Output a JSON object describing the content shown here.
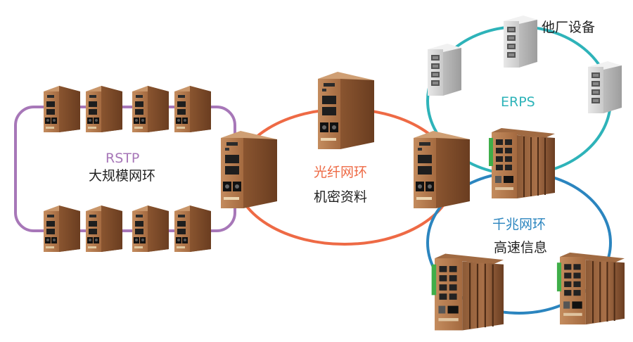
{
  "rings": {
    "rstp": {
      "protocol": "RSTP",
      "desc": "大规模网环",
      "color": "#a777b8"
    },
    "fiber": {
      "protocol": "光纤网环",
      "desc": "机密资料",
      "color": "#ee6a45"
    },
    "erps": {
      "protocol": "ERPS",
      "desc": "他厂设备",
      "color": "#2eb3b9"
    },
    "gigabit": {
      "protocol": "千兆网环",
      "desc": "高速信息",
      "color": "#2b85bf"
    }
  },
  "device_colors": {
    "copper": "#a8683e",
    "copper_dark": "#6b3d1f",
    "gray": "#d9d9d9"
  }
}
